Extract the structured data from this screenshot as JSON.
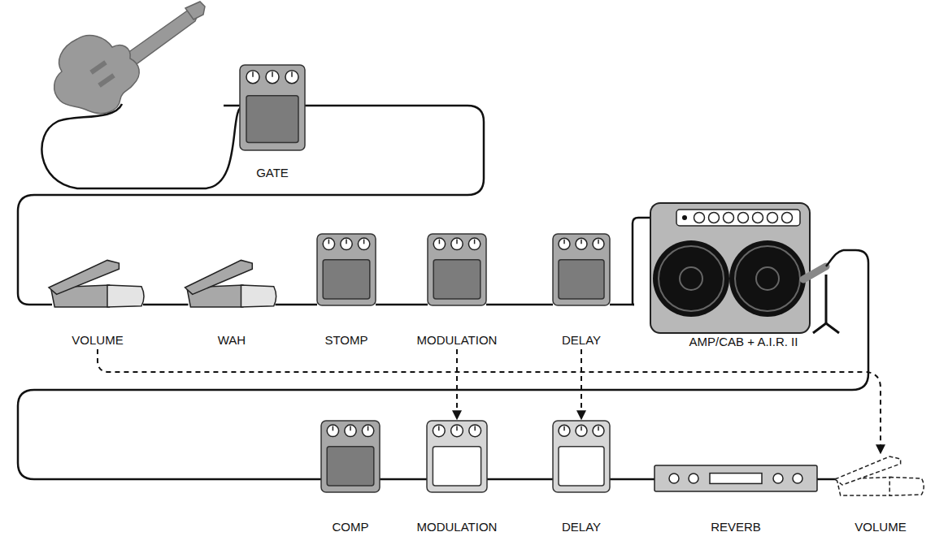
{
  "diagram": {
    "nodes": [
      {
        "text": [
          "GATE"
        ]
      },
      {
        "text": [
          "VOLUME"
        ]
      },
      {
        "text": [
          "WAH"
        ]
      },
      {
        "text": [
          "STOMP"
        ]
      },
      {
        "text": [
          "MODULATION"
        ]
      },
      {
        "text": [
          "DELAY"
        ]
      },
      {
        "text": [
          "AMP/CAB + A.I.R. II"
        ]
      },
      {
        "text": [
          "COMP"
        ]
      },
      {
        "text": [
          "MODULATION"
        ]
      },
      {
        "text": [
          "DELAY"
        ]
      },
      {
        "text": [
          "REVERB"
        ]
      },
      {
        "text": [
          "VOLUME"
        ]
      }
    ],
    "edges": [
      {
        "from": 0,
        "to": 1,
        "arrow": "none"
      },
      {
        "from": 1,
        "to": 2,
        "arrow": "none"
      },
      {
        "from": 2,
        "to": 3,
        "arrow": "none"
      },
      {
        "from": 3,
        "to": 4,
        "arrow": "none"
      },
      {
        "from": 4,
        "to": 5,
        "arrow": "none"
      },
      {
        "from": 5,
        "to": 6,
        "arrow": "none"
      },
      {
        "from": 6,
        "to": 7,
        "arrow": "none"
      },
      {
        "from": 7,
        "to": 8,
        "arrow": "none"
      },
      {
        "from": 8,
        "to": 9,
        "arrow": "none"
      },
      {
        "from": 9,
        "to": 10,
        "arrow": "none"
      },
      {
        "from": 10,
        "to": 11,
        "arrow": "none"
      },
      {
        "from": 1,
        "to": 11,
        "arrow": "to"
      },
      {
        "from": 4,
        "to": 8,
        "arrow": "to"
      },
      {
        "from": 5,
        "to": 9,
        "arrow": "to"
      }
    ]
  }
}
